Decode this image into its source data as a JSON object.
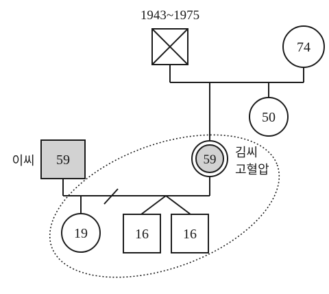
{
  "diagram": {
    "grandfather": {
      "years": "1943~1975"
    },
    "grandmother": {
      "age": "74"
    },
    "aunt": {
      "age": "50"
    },
    "father": {
      "age": "59",
      "name": "이씨"
    },
    "mother": {
      "age": "59",
      "name": "김씨",
      "note": "고혈압"
    },
    "daughter": {
      "age": "19"
    },
    "twin_son_1": {
      "age": "16"
    },
    "twin_son_2": {
      "age": "16"
    }
  }
}
